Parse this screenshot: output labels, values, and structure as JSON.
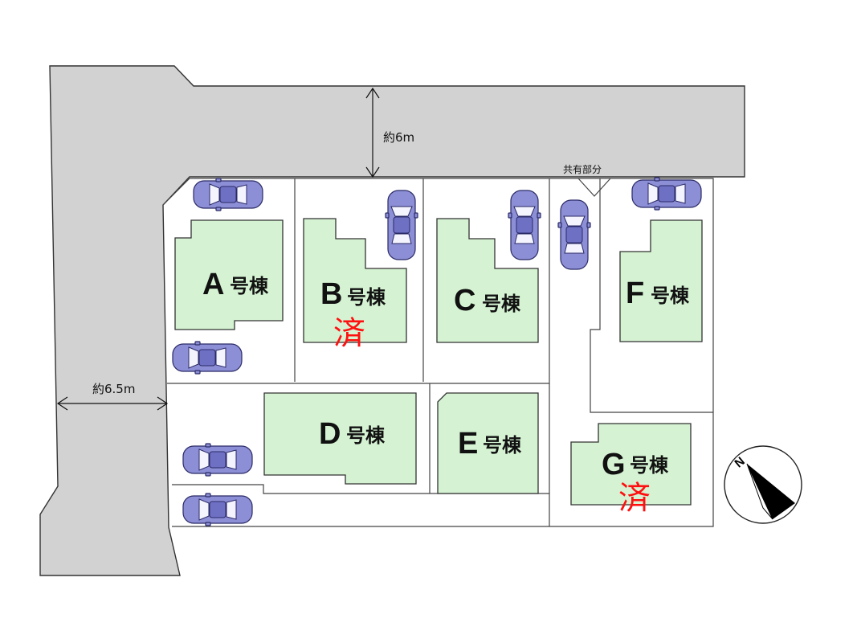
{
  "roads": {
    "north_width_label": "約6m",
    "west_width_label": "約6.5m"
  },
  "common_area_label": "共有部分",
  "lots": [
    {
      "id": "A",
      "letter": "A",
      "suffix": "号棟",
      "sold_mark": ""
    },
    {
      "id": "B",
      "letter": "B",
      "suffix": "号棟",
      "sold_mark": "済"
    },
    {
      "id": "C",
      "letter": "C",
      "suffix": "号棟",
      "sold_mark": ""
    },
    {
      "id": "D",
      "letter": "D",
      "suffix": "号棟",
      "sold_mark": ""
    },
    {
      "id": "E",
      "letter": "E",
      "suffix": "号棟",
      "sold_mark": ""
    },
    {
      "id": "F",
      "letter": "F",
      "suffix": "号棟",
      "sold_mark": ""
    },
    {
      "id": "G",
      "letter": "G",
      "suffix": "号棟",
      "sold_mark": "済"
    }
  ],
  "compass": {
    "north_label": "N"
  },
  "colors": {
    "road": "#d2d2d2",
    "house": "#d5f3d3",
    "car": "#8d8fd6",
    "sold": "#ff1010"
  }
}
